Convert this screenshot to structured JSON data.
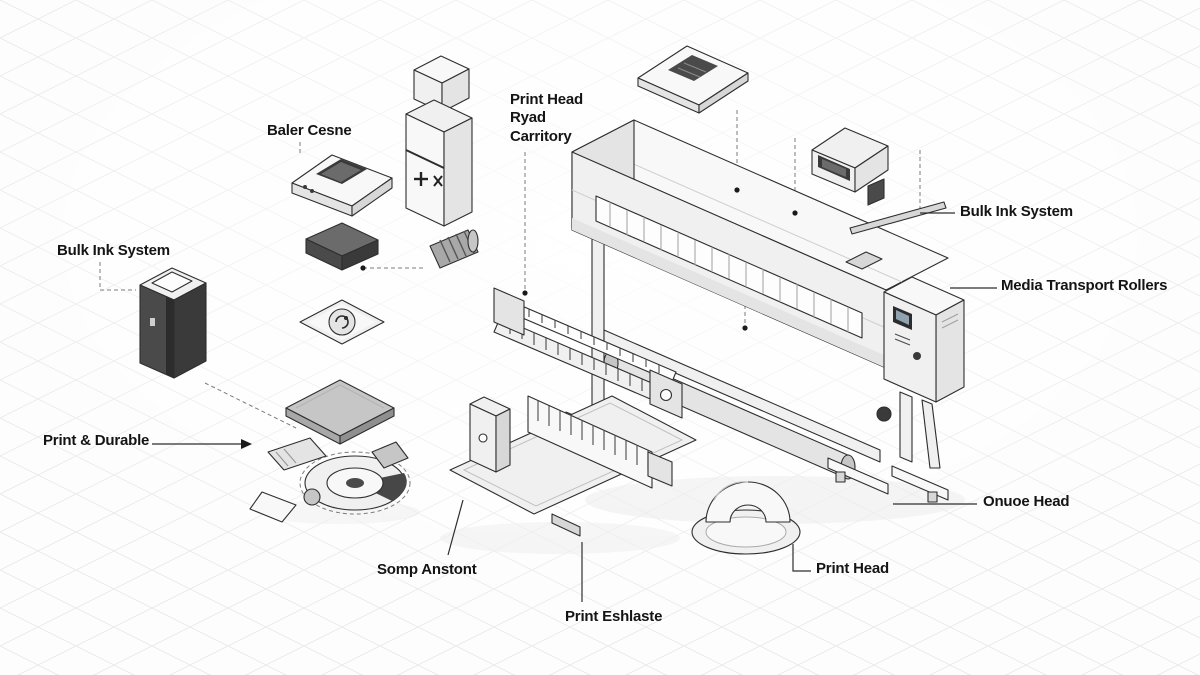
{
  "style": {
    "background": "#fdfdfd",
    "grid_color": "#e9e9e9",
    "outline_color": "#2e2e2e",
    "text_color": "#141414"
  },
  "labels": {
    "baler_cesne": "Baler Cesne",
    "print_head_carriage": {
      "line1": "Print Head",
      "line2": "Ryad",
      "line3": "Carritory"
    },
    "bulk_ink_left": "Bulk Ink System",
    "bulk_ink_right": "Bulk Ink System",
    "media_transport_rollers": "Media Transport Rollers",
    "print_durable": "Print & Durable",
    "onuoe_head": "Onuoe Head",
    "print_head": "Print Head",
    "somp_anstont": "Somp Anstont",
    "print_eshlaste": "Print Eshlaste"
  },
  "parts": [
    "printer-body",
    "top-cover",
    "ink-cartridge-module",
    "control-panel-unit",
    "maintenance-box",
    "bulk-ink-tank",
    "dial-unit",
    "base-pad",
    "cutter-assembly",
    "encoder-rail",
    "media-tray",
    "media-guide-horseshoe",
    "transport-rod",
    "small-roller",
    "tall-ink-cartridge"
  ]
}
